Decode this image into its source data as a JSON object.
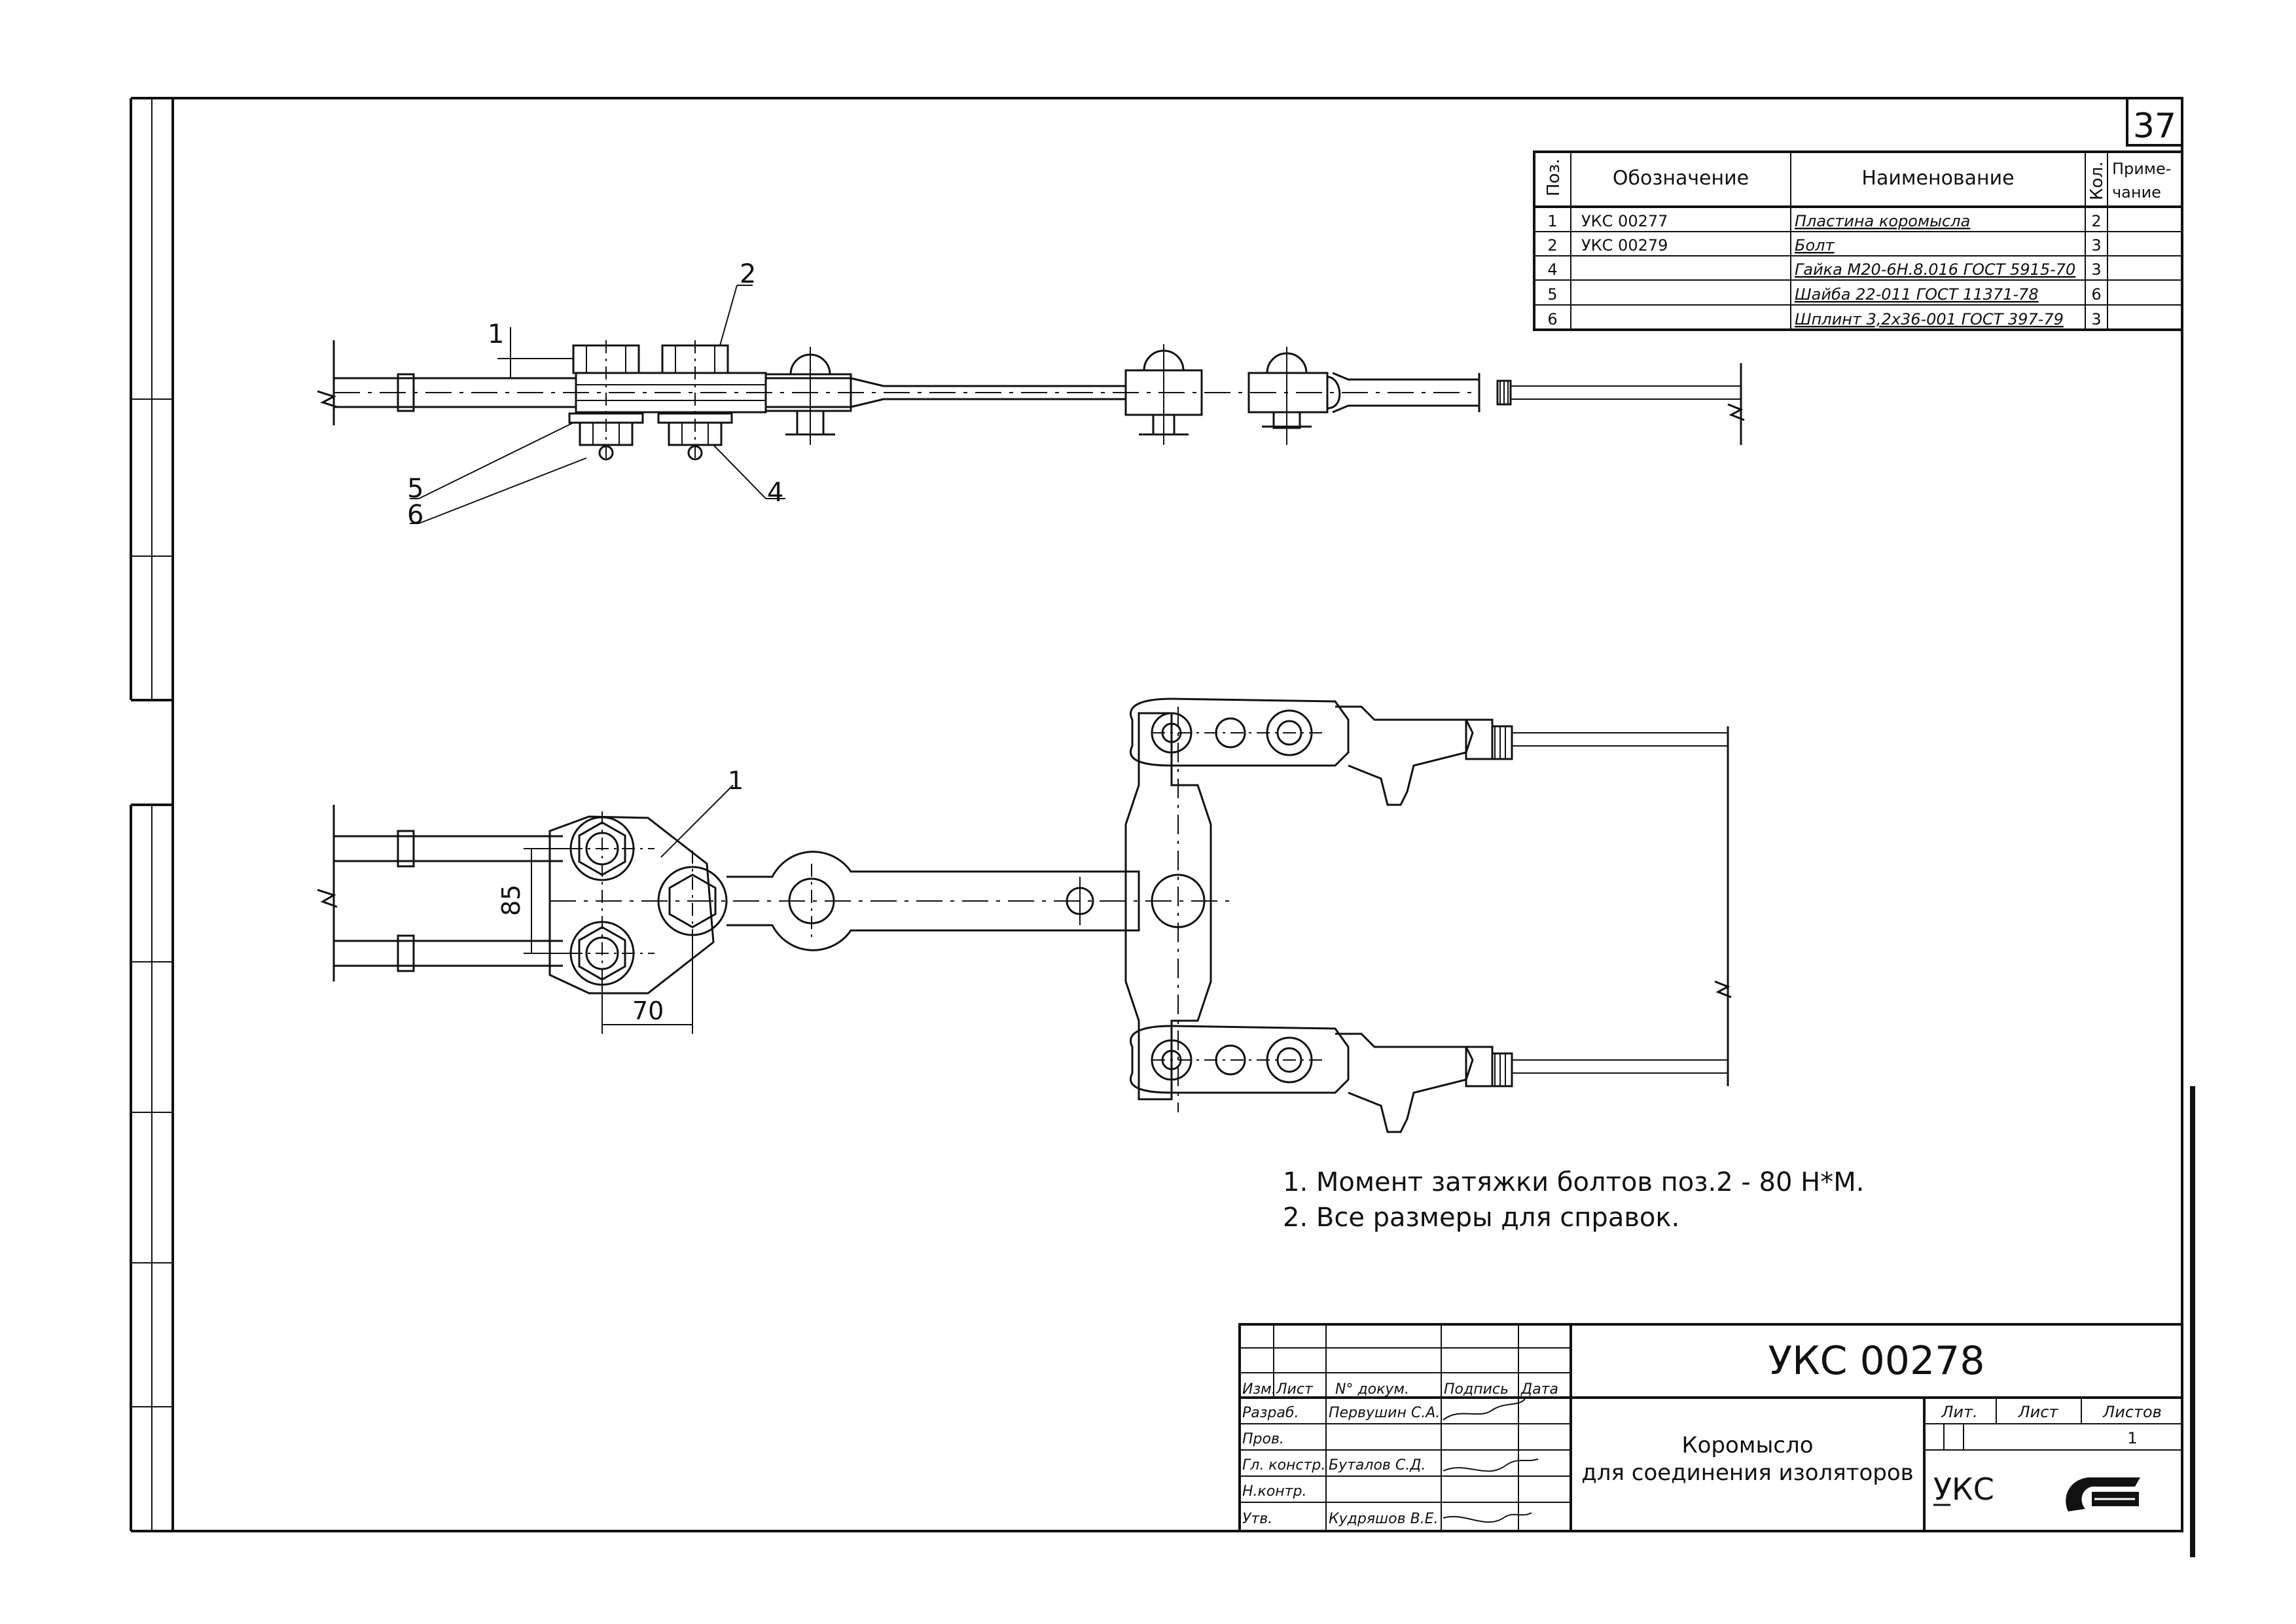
{
  "sheet_number": "37",
  "spec_table": {
    "headers": {
      "pos": "Поз.",
      "designation": "Обозначение",
      "name": "Наименование",
      "qty": "Кол.",
      "note_line1": "Приме-",
      "note_line2": "чание"
    },
    "rows": [
      {
        "pos": "1",
        "designation": "УКС 00277",
        "name": "Пластина коромысла",
        "qty": "2"
      },
      {
        "pos": "2",
        "designation": "УКС 00279",
        "name": "Болт",
        "qty": "3"
      },
      {
        "pos": "4",
        "designation": "",
        "name": "Гайка М20-6Н.8.016 ГОСТ 5915-70",
        "qty": "3"
      },
      {
        "pos": "5",
        "designation": "",
        "name": "Шайба 22-011 ГОСТ 11371-78",
        "qty": "6"
      },
      {
        "pos": "6",
        "designation": "",
        "name": "Шплинт 3,2х36-001 ГОСТ 397-79",
        "qty": "3"
      }
    ]
  },
  "callouts": {
    "c1": "1",
    "c2": "2",
    "c4": "4",
    "c5": "5",
    "c6": "6",
    "c1_plan": "1"
  },
  "dimensions": {
    "d85": "85",
    "d70": "70"
  },
  "notes": [
    "1.  Момент затяжки болтов поз.2 - 80 Н*М.",
    "2.  Все размеры для справок."
  ],
  "title_block": {
    "doc_code": "УКС 00278",
    "title_line1": "Коромысло",
    "title_line2": "для соединения изоляторов",
    "org": "УКС",
    "headers": {
      "izm": "Изм.",
      "list": "Лист",
      "ndoc": "N° докум.",
      "sign": "Подпись",
      "date": "Дата"
    },
    "roles": [
      {
        "role": "Разраб.",
        "name": "Первушин С.А."
      },
      {
        "role": "Пров.",
        "name": ""
      },
      {
        "role": "Гл. констр.",
        "name": "Буталов С.Д."
      },
      {
        "role": "Н.контр.",
        "name": ""
      },
      {
        "role": "Утв.",
        "name": "Кудряшов В.Е."
      }
    ],
    "lit_label": "Лит.",
    "sheet_label": "Лист",
    "sheets_label": "Листов",
    "sheets_value": "1"
  }
}
